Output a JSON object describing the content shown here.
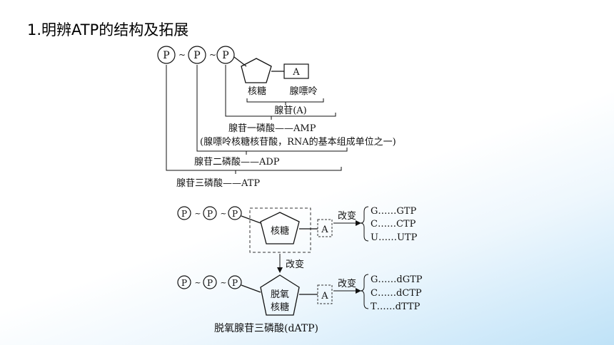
{
  "slide": {
    "title": "1.明辨ATP的结构及拓展"
  },
  "diagram1": {
    "phosphate": "P",
    "tilde": "~",
    "base_box": "A",
    "ribose_label": "核糖",
    "adenine_label": "腺嘌呤",
    "adenosine_label": "腺苷(A)",
    "amp_label": "腺苷一磷酸——AMP",
    "amp_note": "(腺嘌呤核糖核苷酸，RNA的基本组成单位之一)",
    "adp_label": "腺苷二磷酸——ADP",
    "atp_label": "腺苷三磷酸——ATP"
  },
  "diagram2": {
    "phosphate": "P",
    "tilde": "~",
    "base_box": "A",
    "ribose_text": "核糖",
    "change_label": "改变",
    "ntp_list": [
      "G……GTP",
      "C……CTP",
      "U……UTP"
    ],
    "down_change_label": "改变",
    "deoxy_text_1": "脱氧",
    "deoxy_text_2": "核糖",
    "dntp_list": [
      "G……dGTP",
      "C……dCTP",
      "T……dTTP"
    ],
    "datp_label": "脱氧腺苷三磷酸(dATP)"
  }
}
